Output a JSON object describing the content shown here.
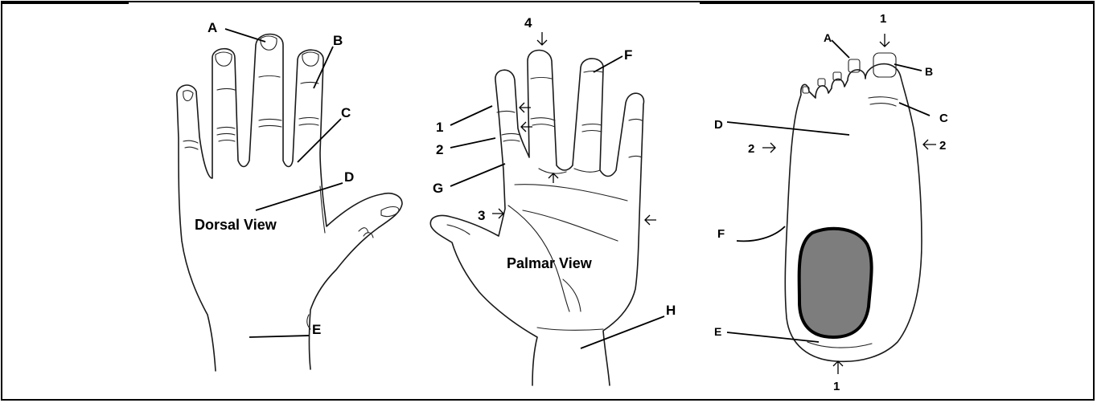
{
  "dorsal_hand": {
    "title": "Dorsal View",
    "labels": {
      "a": "A",
      "b": "B",
      "c": "C",
      "d": "D",
      "e": "E"
    }
  },
  "palmar_hand": {
    "title": "Palmar View",
    "labels": {
      "n1": "1",
      "n2": "2",
      "n3": "3",
      "n4": "4",
      "f": "F",
      "g": "G",
      "h": "H"
    }
  },
  "foot": {
    "labels": {
      "a": "A",
      "b": "B",
      "c": "C",
      "d": "D",
      "e": "E",
      "f": "F",
      "n1_top": "1",
      "n1_bottom": "1",
      "n2_left": "2",
      "n2_right": "2"
    },
    "colors": {
      "shaded_pad": "#7d7d7d",
      "pad_outline": "#000000"
    }
  }
}
